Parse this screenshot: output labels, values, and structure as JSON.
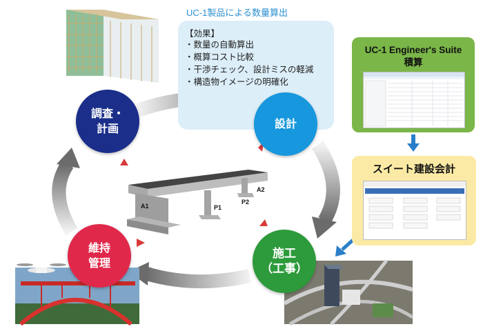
{
  "header": {
    "title": "UC-1製品による数量算出"
  },
  "effects": {
    "title": "【効果】",
    "items": [
      "・数量の自動算出",
      "・概算コスト比較",
      "・干渉チェック、設計ミスの軽減",
      "・構造物イメージの明確化"
    ]
  },
  "cycle": {
    "survey": {
      "line1": "調査・",
      "line2": "計画"
    },
    "design": {
      "line1": "設計"
    },
    "construction": {
      "line1": "施工",
      "line2": "（工事）"
    },
    "maintenance": {
      "line1": "維持",
      "line2": "管理"
    }
  },
  "suite": {
    "line1": "UC-1 Engineer's Suite",
    "line2": "積算"
  },
  "accounting": {
    "title": "スイート建設会計"
  },
  "bridge_labels": {
    "a1": "A1",
    "p1": "P1",
    "p2": "P2",
    "a2": "A2"
  },
  "colors": {
    "survey": "#1a2e8a",
    "design": "#1797dd",
    "construction": "#2d9a3b",
    "maintenance": "#e0284a",
    "suite_bg": "#7ab648",
    "accounting_bg": "#fbeaa5",
    "effects_bg": "#dceef8",
    "connector_arrow": "#2a7fc8"
  }
}
